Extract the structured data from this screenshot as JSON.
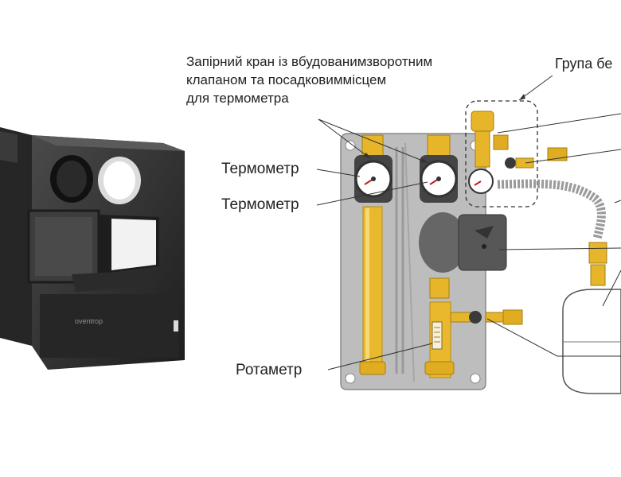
{
  "labels": {
    "valve_note": [
      "Запірний кран із вбудованимзворотним",
      "клапаном та посадковиммісцем",
      "для термометра"
    ],
    "safety_group": "Група бе",
    "thermometer_1": "Термометр",
    "thermometer_2": "Термометр",
    "rotameter": "Ротаметр"
  },
  "photo": {
    "brand": "oventrop"
  },
  "colors": {
    "brass": "#e8b52a",
    "panel": "#b9b9b9",
    "insulation": "#2c2c2c",
    "line": "#444444"
  }
}
